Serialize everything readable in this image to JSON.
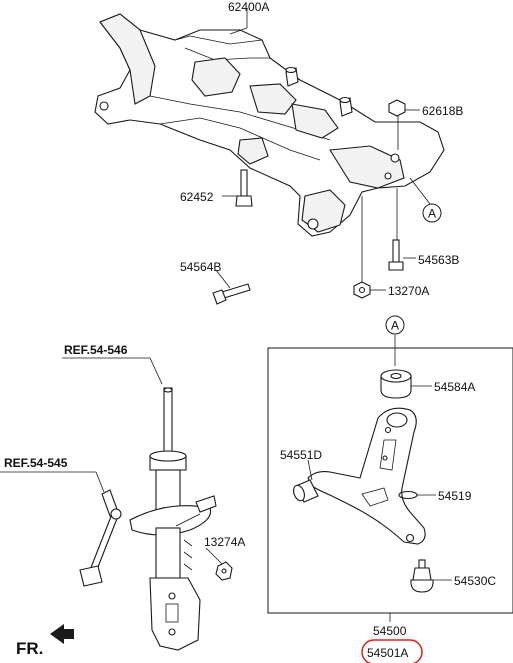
{
  "labels": {
    "crossmember": "62400A",
    "bolt_62618": "62618B",
    "bolt_62452": "62452",
    "bolt_54563": "54563B",
    "bolt_54564": "54564B",
    "nut_13270": "13270A",
    "bushing": "54584A",
    "bushing_front": "54551D",
    "snap_ring": "54519",
    "ball_joint": "54530C",
    "arm_assembly": "54500",
    "arm_complete": "54501A",
    "nut_13274": "13274A",
    "ref_strut": "REF.54-546",
    "ref_stabilizer": "REF.54-545",
    "front_marker": "FR."
  },
  "markers": {
    "circle_a_top": "A",
    "circle_a_box": "A"
  },
  "colors": {
    "line": "#1a1a1a",
    "highlight": "#e02020",
    "background": "#ffffff"
  }
}
